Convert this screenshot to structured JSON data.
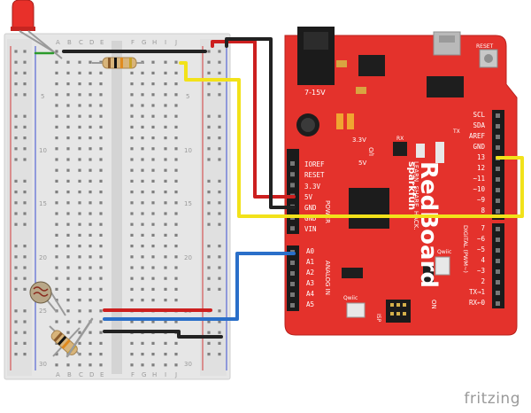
{
  "breadboard": {
    "col_letters_left": [
      "A",
      "B",
      "C",
      "D",
      "E"
    ],
    "col_letters_right": [
      "F",
      "G",
      "H",
      "I",
      "J"
    ],
    "row_numbers": [
      "5",
      "10",
      "15",
      "20",
      "25",
      "30"
    ]
  },
  "board": {
    "brand": "sparkfun",
    "name": "RedBoard",
    "tagline": "LEARN. SHARE. HACK.",
    "power_input": "7-15V",
    "reset_label": "RESET",
    "voltage_3v3": "3.3V",
    "voltage_5v": "5V",
    "io_label": "I/O",
    "rx_label": "RX",
    "tx_label": "TX",
    "power_section": "POWER",
    "analog_section": "ANALOG IN",
    "digital_section": "DIGITAL (PWM~)",
    "qwiic_label": "Qwiic",
    "isp_label": "ISP",
    "on_label": "ON",
    "power_pins": [
      "IOREF",
      "RESET",
      "3.3V",
      "5V",
      "GND",
      "GND",
      "VIN"
    ],
    "analog_pins": [
      "A0",
      "A1",
      "A2",
      "A3",
      "A4",
      "A5"
    ],
    "top_right_pins": [
      "SCL",
      "SDA",
      "AREF",
      "GND",
      "13",
      "12",
      "~11",
      "~10",
      "~9",
      "8"
    ],
    "digital_pins": [
      "7",
      "~6",
      "~5",
      "4",
      "~3",
      "2",
      "TX→1",
      "RX←0"
    ]
  },
  "colors": {
    "board_red": "#e4322c",
    "wire_red": "#cc1f1f",
    "wire_black": "#222222",
    "wire_yellow": "#f2e21a",
    "wire_blue": "#2a6fc9",
    "led_red": "#e8302a"
  },
  "watermark": "fritzing"
}
